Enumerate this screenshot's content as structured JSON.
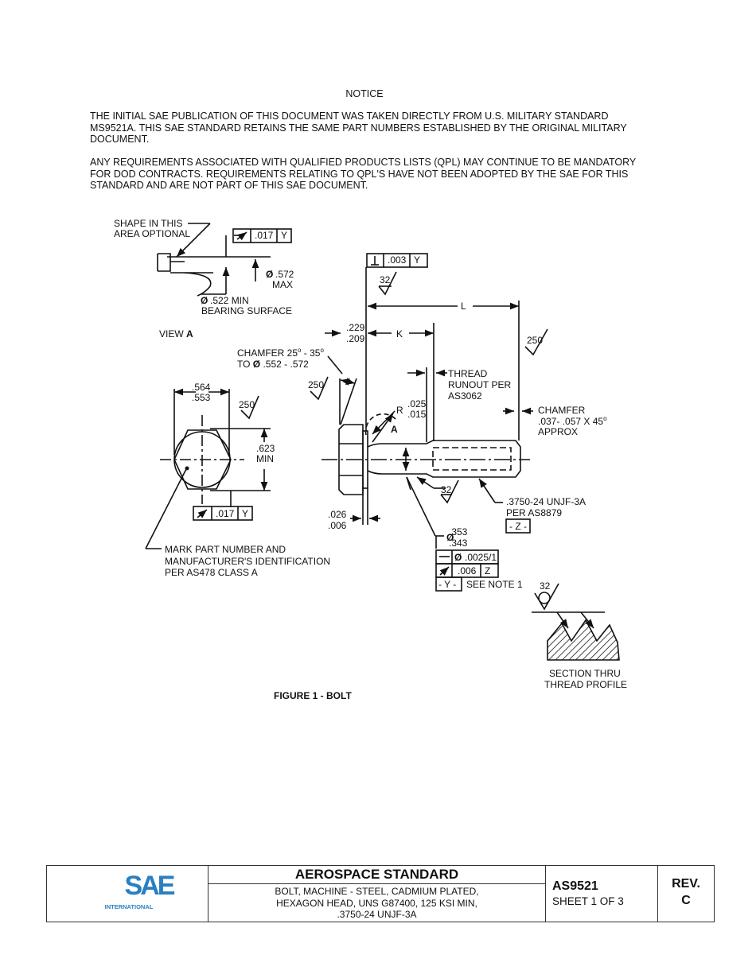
{
  "notice": {
    "title": "NOTICE",
    "paragraph1": "THE INITIAL SAE PUBLICATION OF THIS DOCUMENT WAS TAKEN DIRECTLY FROM U.S. MILITARY STANDARD MS9521A. THIS SAE STANDARD RETAINS THE SAME PART NUMBERS ESTABLISHED BY THE ORIGINAL MILITARY DOCUMENT.",
    "paragraph2": "ANY REQUIREMENTS ASSOCIATED WITH QUALIFIED PRODUCTS LISTS (QPL) MAY CONTINUE TO BE MANDATORY FOR DOD CONTRACTS. REQUIREMENTS RELATING TO QPL'S HAVE NOT BEEN ADOPTED BY THE SAE FOR THIS STANDARD AND ARE NOT PART OF THIS SAE DOCUMENT."
  },
  "figure": {
    "caption": "FIGURE 1 - BOLT",
    "view_a": {
      "shape_line1": "SHAPE IN THIS",
      "shape_line2": "AREA OPTIONAL",
      "runout_value": ".017",
      "runout_datum": "Y",
      "dia_max_value": ".572",
      "dia_max_label": "MAX",
      "dia_min_value": ".522 MIN",
      "bearing_label": "BEARING SURFACE",
      "view_prefix": "VIEW",
      "view_letter": "A"
    },
    "head": {
      "across_flats_max": ".564",
      "across_flats_min": ".553",
      "finish": "250",
      "across_corners": ".623",
      "across_corners_label": "MIN",
      "runout_value": ".017",
      "runout_datum": "Y",
      "mark_line1": "MARK PART NUMBER AND",
      "mark_line2": "MANUFACTURER'S IDENTIFICATION",
      "mark_line3": "PER AS478  CLASS A"
    },
    "side": {
      "perp_value": ".003",
      "perp_datum": "Y",
      "finish_top": "32",
      "dim_L": "L",
      "dim_K": "K",
      "head_h_max": ".229",
      "head_h_min": ".209",
      "finish_right": "250",
      "chamfer_line1": "CHAMFER 25",
      "chamfer_line1b": " - 35",
      "chamfer_line2_prefix": "TO",
      "chamfer_line2": " .552 - .572",
      "finish_chamfer": "250",
      "thread_line1": "THREAD",
      "thread_line2": "RUNOUT PER",
      "thread_line3": "AS3062",
      "radius_prefix": "R",
      "radius_max": ".025",
      "radius_min": ".015",
      "view_letter": "A",
      "end_chamfer_line1": "CHAMFER",
      "end_chamfer_line2": ".037- .057 X 45",
      "end_chamfer_line3": "APPROX",
      "finish_thread": "32",
      "thread_spec_line1": ".3750-24 UNJF-3A",
      "thread_spec_line2": "PER  AS8879",
      "datum_z": "- Z -",
      "washer_max": ".026",
      "washer_min": ".006",
      "shank_max": ".353",
      "shank_min": ".343",
      "straightness_value": ".0025/1",
      "runout_value": ".006",
      "runout_datum": "Z",
      "datum_y": "- Y -",
      "see_note": "SEE NOTE 1"
    },
    "section": {
      "finish": "32",
      "line1": "SECTION THRU",
      "line2": "THREAD PROFILE"
    }
  },
  "title_block": {
    "logo_text": "SAE",
    "logo_sub": "INTERNATIONAL",
    "heading": "AEROSPACE STANDARD",
    "desc_line1": "BOLT, MACHINE - STEEL, CADMIUM PLATED,",
    "desc_line2": "HEXAGON HEAD, UNS G87400, 125 KSI MIN,",
    "desc_line3": ".3750-24 UNJF-3A",
    "doc_number": "AS9521",
    "sheet": "SHEET 1 OF 3",
    "rev_label": "REV.",
    "rev_value": "C"
  },
  "colors": {
    "logo_blue": "#2a7fc1",
    "ink": "#111111"
  }
}
